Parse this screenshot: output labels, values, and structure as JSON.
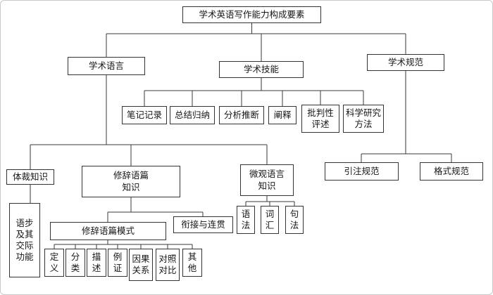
{
  "diagram": {
    "title": "学术英语写作能力构成要素",
    "level1": {
      "language": "学术语言",
      "skills": "学术技能",
      "norms": "学术规范"
    },
    "skills_children": {
      "note_taking": "笔记记录",
      "summarizing": "总结归纳",
      "analyzing": "分析推断",
      "interpreting": "阐释",
      "critical_review": "批判性评述",
      "scientific_method": "科学研究方法"
    },
    "language_children": {
      "genre_knowledge": "体裁知识",
      "rhetorical_discourse": "修辞语篇知识",
      "micro_language": "微观语言知识"
    },
    "genre_children": {
      "moves_functions": "语步及其交际功能"
    },
    "rhetorical_children": {
      "patterns": "修辞语篇模式",
      "cohesion": "衔接与连贯"
    },
    "pattern_children": {
      "definition": "定义",
      "classification": "分类",
      "description": "描述",
      "exemplification": "例证",
      "cause_effect": "因果关系",
      "contrast": "对照对比",
      "other": "其他"
    },
    "micro_children": {
      "grammar": "语法",
      "vocabulary": "词汇",
      "syntax": "句法"
    },
    "norms_children": {
      "citation": "引注规范",
      "format": "格式规范"
    },
    "colors": {
      "line": "#3a3a3a",
      "border": "#333333",
      "background": "#ffffff"
    }
  }
}
